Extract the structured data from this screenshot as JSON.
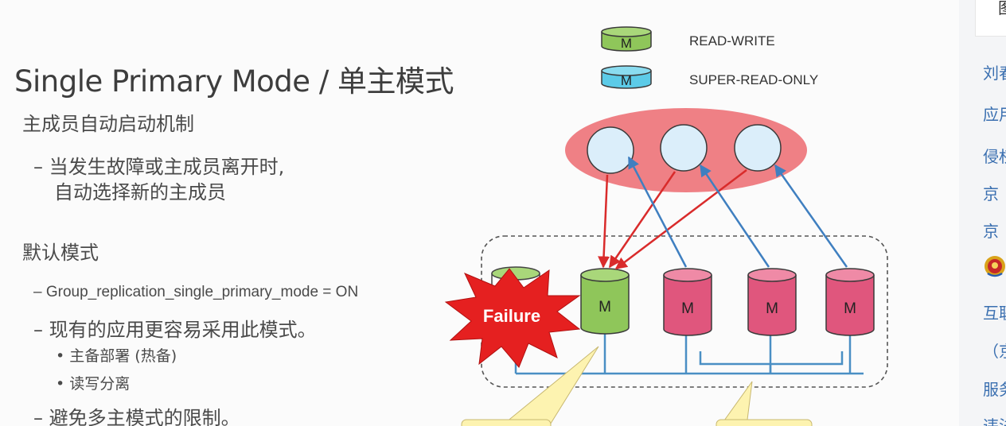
{
  "slide": {
    "title": "Single Primary Mode  / 单主模式",
    "section1": {
      "heading": "主成员自动启动机制",
      "items": [
        "– 当发生故障或主成员离开时,",
        "自动选择新的主成员"
      ]
    },
    "section2": {
      "heading": "默认模式",
      "config": "– Group_replication_single_primary_mode = ON",
      "note": "– 现有的应用更容易采用此模式。",
      "sub_items": [
        "• 主备部署 (热备)",
        "• 读写分离"
      ],
      "last": "– 避免多主模式的限制。"
    }
  },
  "legend": {
    "items": [
      {
        "symbol": "M",
        "label": "READ-WRITE",
        "color": "#8fc65a"
      },
      {
        "symbol": "M",
        "label": "SUPER-READ-ONLY",
        "color": "#5ccbe8"
      }
    ]
  },
  "diagram": {
    "failure_label": "Failure",
    "nodes": [
      {
        "symbol": "M",
        "role": "primary",
        "color": "#8fc65a"
      },
      {
        "symbol": "M",
        "role": "secondary",
        "color": "#e0567d"
      },
      {
        "symbol": "M",
        "role": "secondary",
        "color": "#e0567d"
      },
      {
        "symbol": "M",
        "role": "secondary",
        "color": "#e0567d"
      }
    ],
    "colors": {
      "clients_ellipse": "#ec6a70",
      "client_fill": "#dbeefa",
      "write_arrow": "#d92b2b",
      "read_arrow": "#3f7fc0",
      "network": "#4a8fc4",
      "callout": "#fdf3b0"
    }
  },
  "sidebar": {
    "top_text": "图",
    "items": [
      "刘春",
      "应用",
      "侵权",
      "京",
      "京",
      "互联",
      "（京",
      "服务",
      "违法"
    ],
    "accent": "#3a6fb0"
  }
}
